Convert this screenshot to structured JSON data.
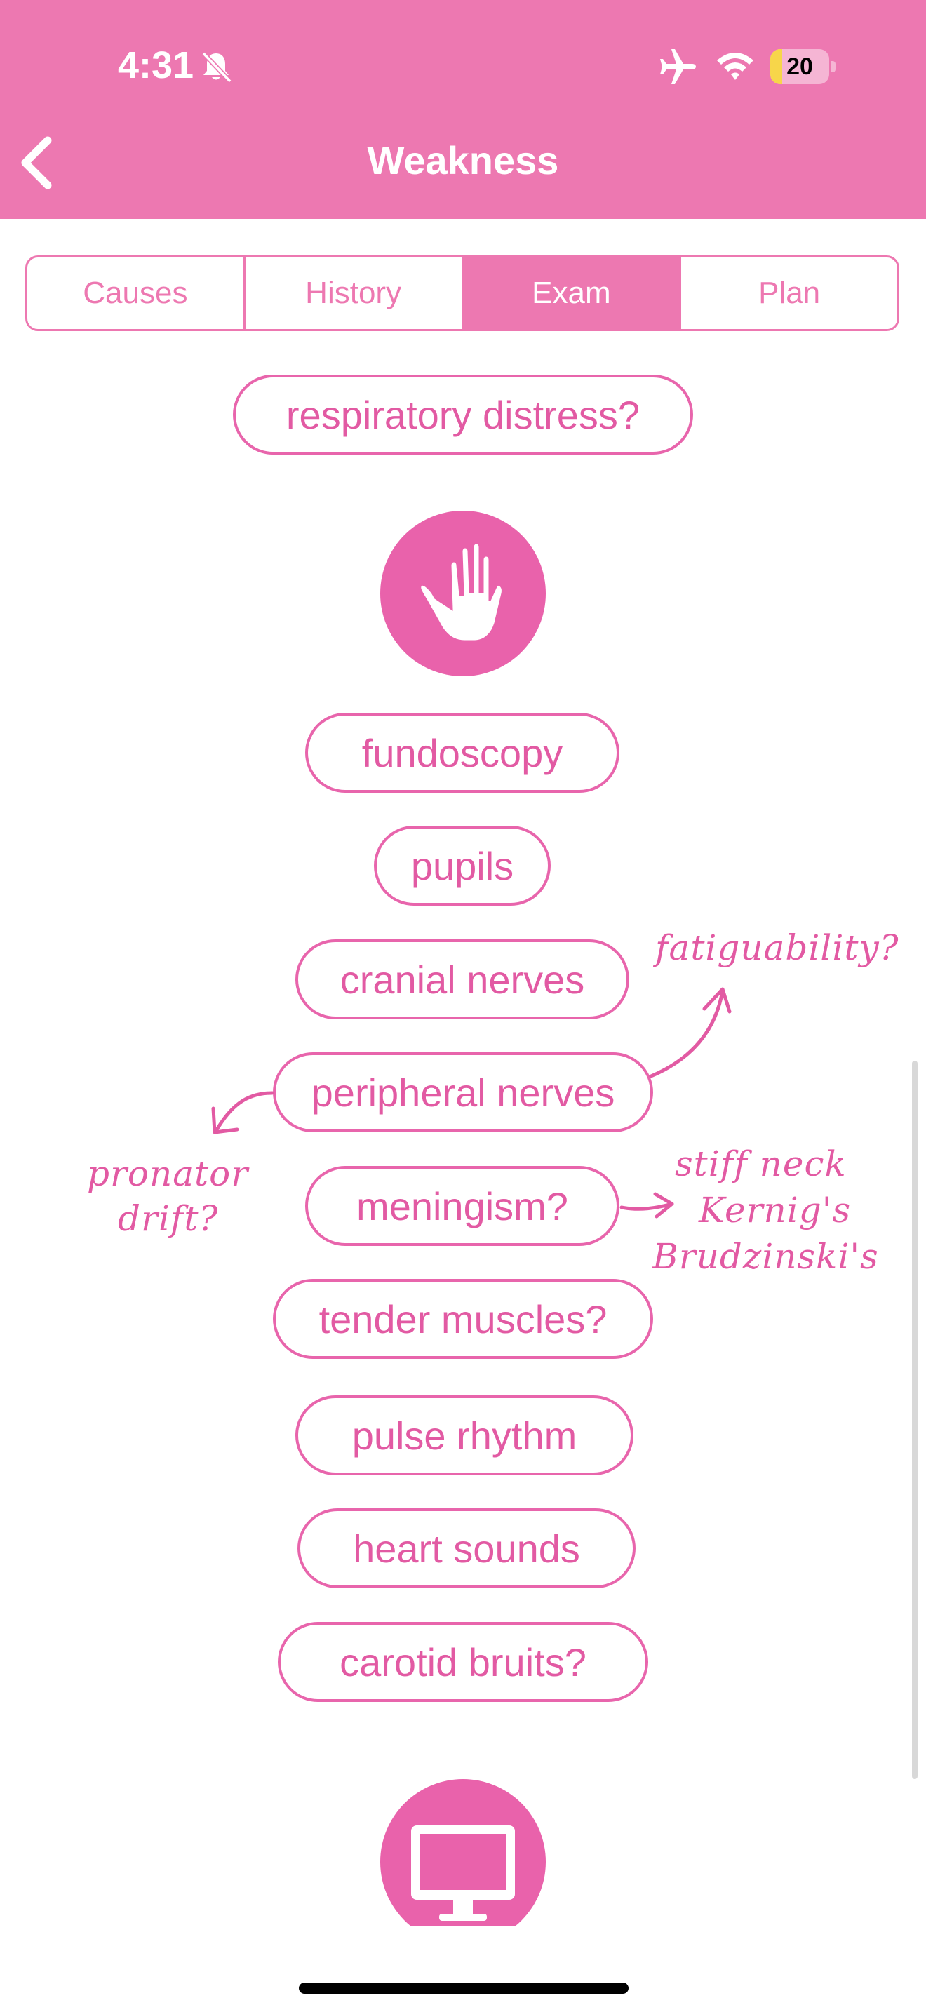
{
  "status_bar": {
    "time": "4:31",
    "battery_level": "20",
    "battery_fraction": 0.2,
    "icons": [
      "bell-slash-icon",
      "airplane-icon",
      "wifi-icon",
      "battery-icon"
    ]
  },
  "nav": {
    "title": "Weakness",
    "back_icon": "chevron-left-icon"
  },
  "tabs": [
    {
      "label": "Causes",
      "active": false
    },
    {
      "label": "History",
      "active": false
    },
    {
      "label": "Exam",
      "active": true
    },
    {
      "label": "Plan",
      "active": false
    }
  ],
  "sections": {
    "top_item": "respiratory distress?",
    "exam_icon": "hand-icon",
    "exam_items": [
      "fundoscopy",
      "pupils",
      "cranial nerves",
      "peripheral nerves",
      "meningism?",
      "tender muscles?",
      "pulse rhythm",
      "heart sounds",
      "carotid bruits?"
    ],
    "next_icon": "monitor-icon"
  },
  "notes": {
    "fatiguability": "fatiguability?",
    "pronator_line1": "pronator",
    "pronator_line2": "drift?",
    "stiff_neck": "stiff neck",
    "kernig": "Kernig's",
    "brudzinski": "Brudzinski's"
  },
  "colors": {
    "header": "#ED78B1",
    "accent": "#E25AA3",
    "pill_border": "#E865AC",
    "circle": "#E962AB",
    "battery": "#F7D64A"
  }
}
